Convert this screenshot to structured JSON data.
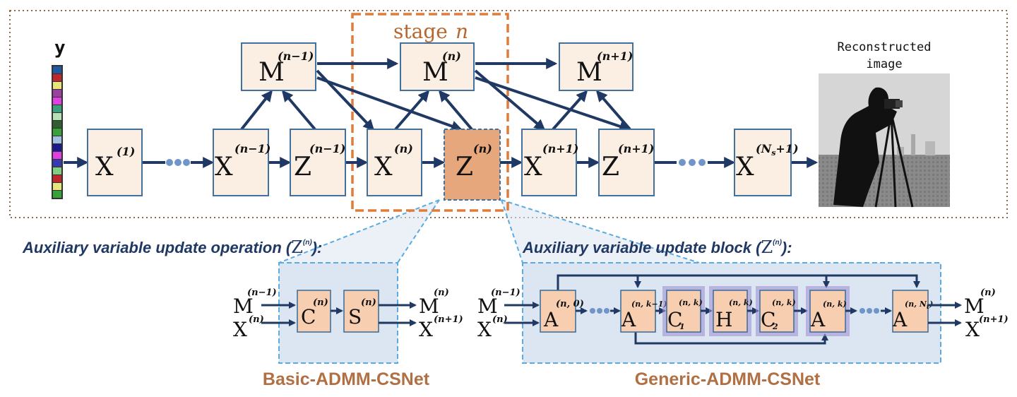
{
  "stage_label": "stage",
  "stage_var": "n",
  "input_label": "y",
  "output_caption_line1": "Reconstructed",
  "output_caption_line2": "image",
  "main_nodes": [
    {
      "id": "x1",
      "sym": "X",
      "sup": "(1)"
    },
    {
      "id": "xn-1",
      "sym": "X",
      "sup": "(n−1)"
    },
    {
      "id": "zn-1",
      "sym": "Z",
      "sup": "(n−1)"
    },
    {
      "id": "xn",
      "sym": "X",
      "sup": "(n)"
    },
    {
      "id": "zn",
      "sym": "Z",
      "sup": "(n)"
    },
    {
      "id": "xn+1",
      "sym": "X",
      "sup": "(n+1)"
    },
    {
      "id": "zn+1",
      "sym": "Z",
      "sup": "(n+1)"
    },
    {
      "id": "xNs",
      "sym": "X",
      "sup": "(N",
      "sup_sub": "s",
      "sup_tail": "+1)"
    }
  ],
  "m_nodes": [
    {
      "id": "mn-1",
      "sym": "M",
      "sup": "(n−1)"
    },
    {
      "id": "mn",
      "sym": "M",
      "sup": "(n)"
    },
    {
      "id": "mn+1",
      "sym": "M",
      "sup": "(n+1)"
    }
  ],
  "basic": {
    "heading": "Auxiliary variable update operation (",
    "heading_sym": "Z",
    "heading_sup": "(n)",
    "heading_tail": "):",
    "name": "Basic-ADMM-CSNet",
    "in_top": {
      "sym": "M",
      "sup": "(n−1)"
    },
    "in_bot": {
      "sym": "X",
      "sup": "(n)"
    },
    "ops": [
      {
        "sym": "C",
        "sup": "(n)"
      },
      {
        "sym": "S",
        "sup": "(n)"
      }
    ],
    "out_top": {
      "sym": "M",
      "sup": "(n)"
    },
    "out_bot": {
      "sym": "X",
      "sup": "(n+1)"
    }
  },
  "generic": {
    "heading": "Auxiliary variable update block (",
    "heading_sym": "Z",
    "heading_sup": "(n)",
    "heading_tail": "):",
    "name": "Generic-ADMM-CSNet",
    "in_top": {
      "sym": "M",
      "sup": "(n−1)"
    },
    "in_bot": {
      "sym": "X",
      "sup": "(n)"
    },
    "ops": [
      {
        "sym": "A",
        "sup": "(n, 0)"
      },
      {
        "sym": "A",
        "sup": "(n, k−1)"
      },
      {
        "sym": "C",
        "sub": "1",
        "sup": "(n, k)"
      },
      {
        "sym": "H",
        "sup": "(n, k)"
      },
      {
        "sym": "C",
        "sub": "2",
        "sup": "(n, k)"
      },
      {
        "sym": "A",
        "sup": "(n, k)"
      },
      {
        "sym": "A",
        "sup": "(n, N",
        "sup_sub": "t",
        "sup_tail": ")"
      }
    ],
    "out_top": {
      "sym": "M",
      "sup": "(n)"
    },
    "out_bot": {
      "sym": "X",
      "sup": "(n+1)"
    }
  },
  "colors": {
    "arrow": "#1f3864",
    "node_fill": "#fbefe4",
    "node_highlight": "#e6a77c",
    "stage_box": "#e07b39",
    "detail_fill": "#dce6f2",
    "detail_border": "#5aabe0",
    "net_name": "#b07044",
    "heading": "#1f3864"
  }
}
